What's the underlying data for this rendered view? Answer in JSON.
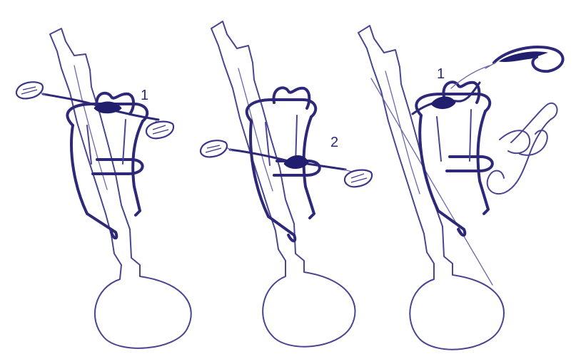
{
  "figure": {
    "panels": [
      {
        "step_label": "1"
      },
      {
        "step_label": "2"
      },
      {
        "step_label": "1"
      }
    ]
  },
  "colors": {
    "line": "#4a4590",
    "thread": "#2d2877",
    "knot": "#221e6e",
    "background": "#ffffff"
  }
}
